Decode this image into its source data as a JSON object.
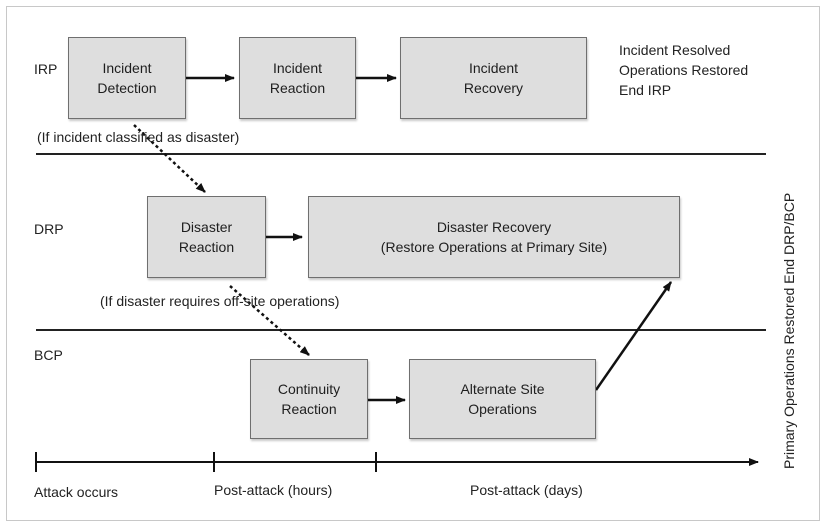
{
  "lanes": {
    "irp": "IRP",
    "drp": "DRP",
    "bcp": "BCP"
  },
  "boxes": {
    "incident_detection": "Incident\nDetection",
    "incident_reaction": "Incident\nReaction",
    "incident_recovery": "Incident\nRecovery",
    "disaster_reaction": "Disaster\nReaction",
    "disaster_recovery": "Disaster Recovery\n(Restore Operations at Primary Site)",
    "continuity_reaction": "Continuity\nReaction",
    "alternate_site": "Alternate Site\nOperations"
  },
  "notes": {
    "irp_end": "Incident Resolved\nOperations Restored\nEnd IRP",
    "if_disaster": "(If incident classified as disaster)",
    "if_offsite": "(If disaster requires off-site operations)",
    "primary_restored": "Primary Operations Restored End DRP/BCP"
  },
  "timeline": {
    "attack": "Attack occurs",
    "hours": "Post-attack (hours)",
    "days": "Post-attack (days)"
  }
}
